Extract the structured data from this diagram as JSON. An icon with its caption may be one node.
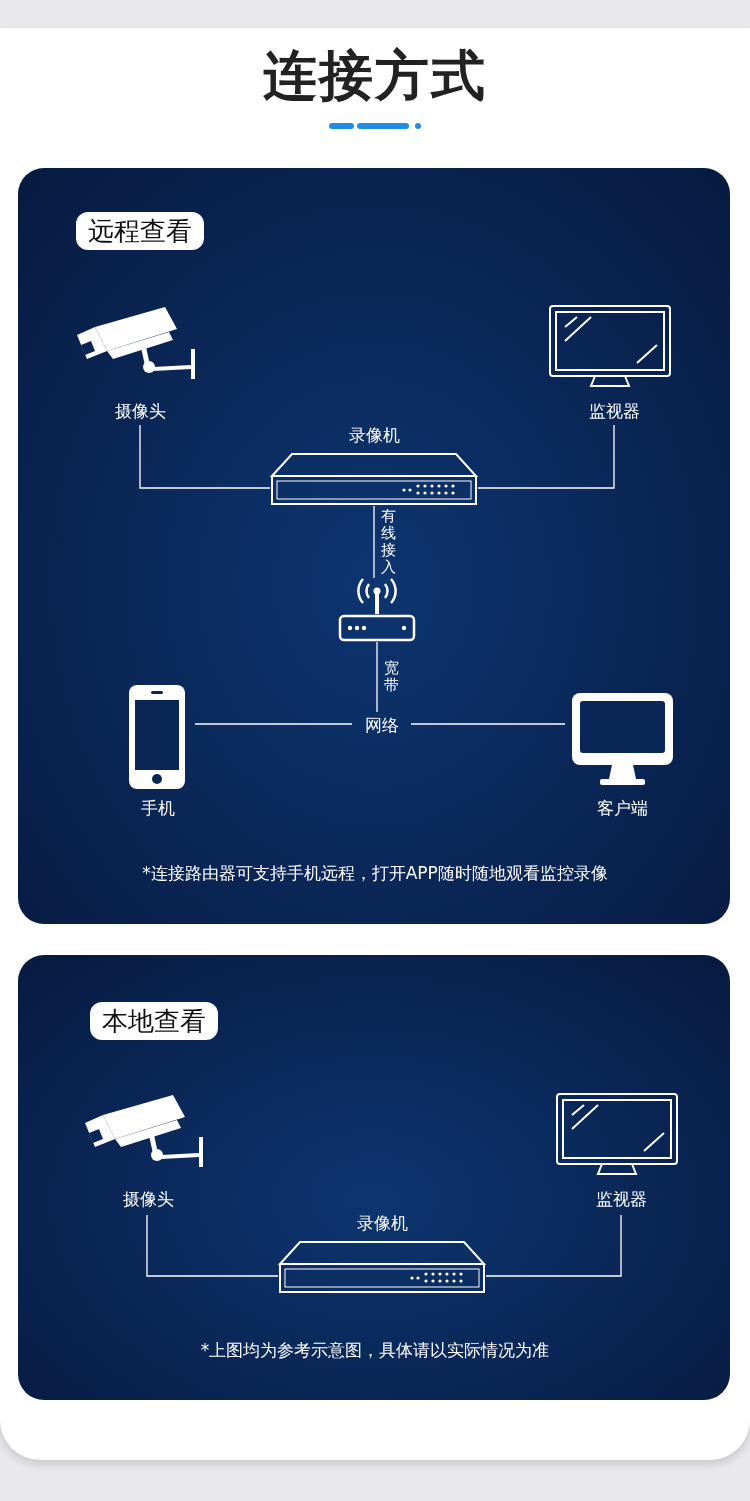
{
  "diagram": {
    "title": "连接方式",
    "nodes": [
      {
        "text": [
          "远程查看"
        ]
      },
      {
        "text": [
          "摄像头"
        ],
        "in": 0
      },
      {
        "text": [
          "监视器"
        ],
        "in": 0
      },
      {
        "text": [
          "录像机"
        ],
        "in": 0
      },
      {
        "text": [],
        "shape": "picture",
        "in": 0
      },
      {
        "text": [
          "手机"
        ],
        "in": 0
      },
      {
        "text": [
          "网络"
        ],
        "in": 0
      },
      {
        "text": [
          "客户端"
        ],
        "in": 0
      },
      {
        "text": [
          "本地查看"
        ]
      },
      {
        "text": [
          "摄像头"
        ],
        "in": 8
      },
      {
        "text": [
          "监视器"
        ],
        "in": 8
      },
      {
        "text": [
          "录像机"
        ],
        "in": 8
      }
    ],
    "edges": [
      {
        "from": 1,
        "to": 3,
        "arrow": "none"
      },
      {
        "from": 3,
        "to": 2,
        "arrow": "none"
      },
      {
        "from": 3,
        "to": 4,
        "arrow": "none",
        "label": "有线接入"
      },
      {
        "from": 4,
        "to": 6,
        "arrow": "none",
        "label": "宽带"
      },
      {
        "from": 5,
        "to": 6,
        "arrow": "none"
      },
      {
        "from": 6,
        "to": 7,
        "arrow": "none"
      },
      {
        "from": 9,
        "to": 11,
        "arrow": "none"
      },
      {
        "from": 11,
        "to": 10,
        "arrow": "none"
      }
    ],
    "labels": [
      "*连接路由器可支持手机远程，打开APP随时随地观看监控录像",
      "*上图均为参考示意图，具体请以实际情况为准"
    ]
  }
}
